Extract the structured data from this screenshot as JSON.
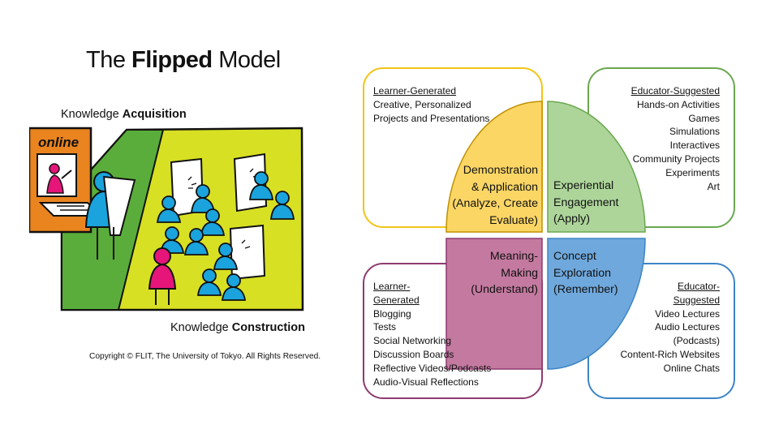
{
  "flipped_model": {
    "title_bold": "Flipped",
    "title_pre": "The",
    "title_post": "Model",
    "acq_pre": "Knowledge",
    "acq_bold": "Acquisition",
    "cons_pre": "Knowledge",
    "cons_bold": "Construction",
    "online_label": "online",
    "copyright": "Copyright © FLIT, The University of Tokyo. All Rights Reserved.",
    "colors": {
      "orange": "#e9841f",
      "green": "#5aad3a",
      "lime": "#d8e023",
      "blue": "#1aa3dc",
      "magenta": "#e5157a"
    }
  },
  "quadrants": {
    "top_left": {
      "color": "#fbd665",
      "panel_heading": "Learner-Generated",
      "panel_items": [
        "Creative, Personalized",
        "Projects and Presentations"
      ],
      "center_lines": [
        "Demonstration",
        "& Application",
        "(Analyze, Create",
        "Evaluate)"
      ]
    },
    "top_right": {
      "color": "#add59a",
      "panel_heading": "Educator-Suggested",
      "panel_items": [
        "Hands-on Activities",
        "Games",
        "Simulations",
        "Interactives",
        "Community Projects",
        "Experiments",
        "Art"
      ],
      "center_lines": [
        "Experiential",
        "Engagement",
        "(Apply)"
      ]
    },
    "bottom_left": {
      "color": "#c47aa0",
      "panel_heading_lines": [
        "Learner-",
        "Generated"
      ],
      "panel_items": [
        "Blogging",
        "Tests",
        "Social Networking",
        "Discussion Boards",
        "Reflective Videos/Podcasts",
        "Audio-Visual Reflections"
      ],
      "center_lines": [
        "Meaning-",
        "Making",
        "(Understand)"
      ]
    },
    "bottom_right": {
      "color": "#6fa8dc",
      "panel_heading_lines": [
        "Educator-",
        "Suggested"
      ],
      "panel_items": [
        "Video Lectures",
        "Audio Lectures",
        "(Podcasts)",
        "Content-Rich Websites",
        "Online Chats"
      ],
      "center_lines": [
        "Concept",
        "Exploration",
        "(Remember)"
      ]
    }
  }
}
